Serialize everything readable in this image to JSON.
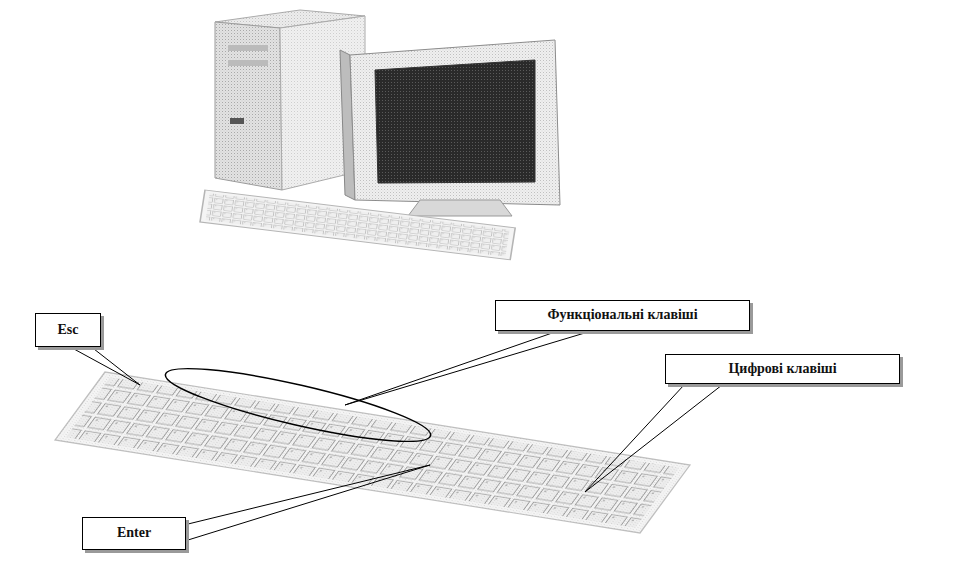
{
  "diagram": {
    "nodes": [
      {
        "text": [
          "Esc"
        ]
      },
      {
        "text": [
          "Функціональні клавіші"
        ]
      },
      {
        "text": [
          "Цифрові клавіші"
        ]
      },
      {
        "text": [
          "Enter"
        ]
      }
    ]
  }
}
